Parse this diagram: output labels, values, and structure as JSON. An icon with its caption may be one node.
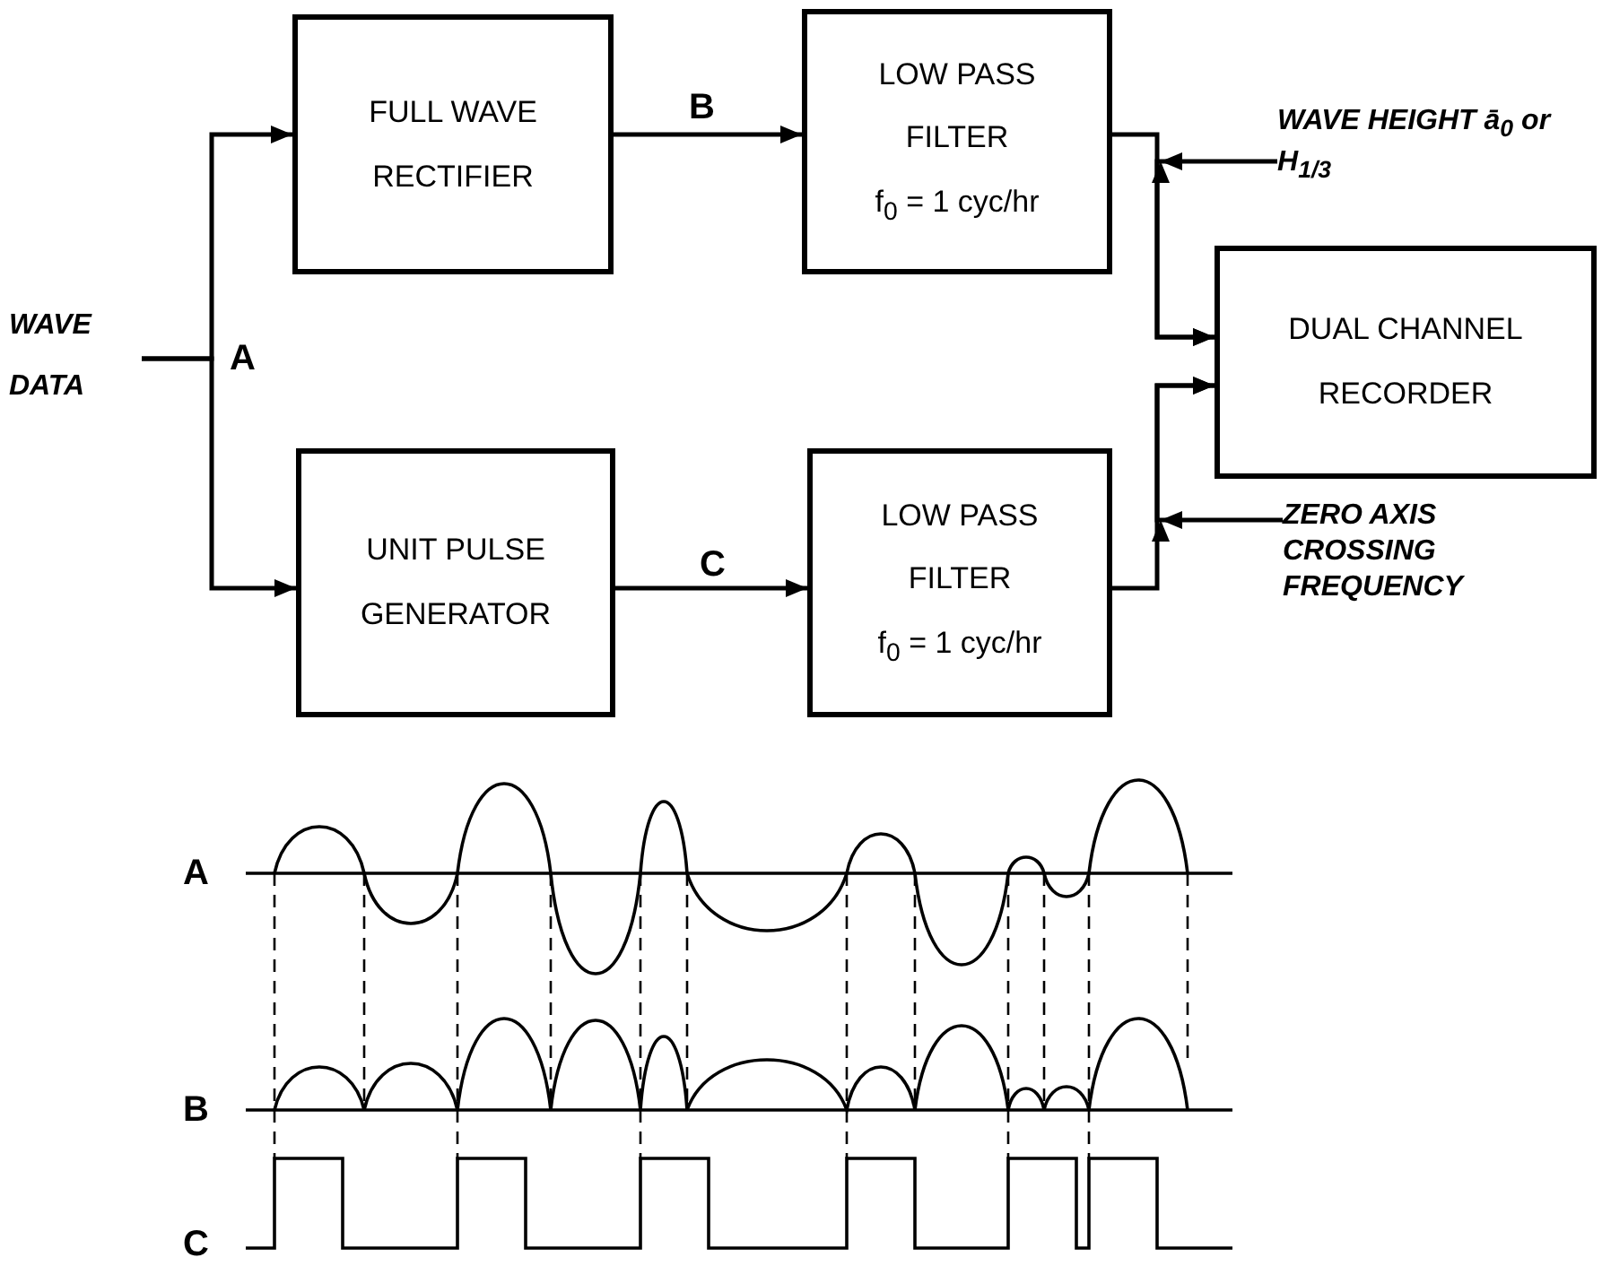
{
  "diagram": {
    "nodes": [
      {
        "text": [
          "WAVE DATA"
        ]
      },
      {
        "text": [
          "FULL WAVE RECTIFIER"
        ]
      },
      {
        "text": [
          "LOW PASS FILTER",
          "f$_{0}$ = 1 cyc/hr"
        ]
      },
      {
        "text": [
          "WAVE HEIGHT ā$_{0}$ or H$_{1/3}$"
        ]
      },
      {
        "text": [
          "DUAL CHANNEL RECORDER"
        ]
      },
      {
        "text": [
          "UNIT PULSE GENERATOR"
        ]
      },
      {
        "text": [
          "LOW PASS FILTER",
          "f$_{0}$ = 1 cyc/hr"
        ]
      },
      {
        "text": [
          "ZERO AXIS CROSSING FREQUENCY"
        ]
      }
    ],
    "edges": [
      {
        "from": 0,
        "to": 1,
        "arrow": "to"
      },
      {
        "from": 0,
        "to": 5,
        "arrow": "to"
      },
      {
        "from": 1,
        "to": 2,
        "arrow": "to",
        "label": "B"
      },
      {
        "from": 5,
        "to": 6,
        "arrow": "to",
        "label": "C"
      },
      {
        "from": 2,
        "to": 4,
        "arrow": "to"
      },
      {
        "from": 6,
        "to": 4,
        "arrow": "to"
      },
      {
        "from": 3,
        "to": 4,
        "arrow": "to"
      },
      {
        "from": 7,
        "to": 4,
        "arrow": "to"
      }
    ],
    "labels": [
      "A",
      "A",
      "B",
      "C"
    ]
  }
}
